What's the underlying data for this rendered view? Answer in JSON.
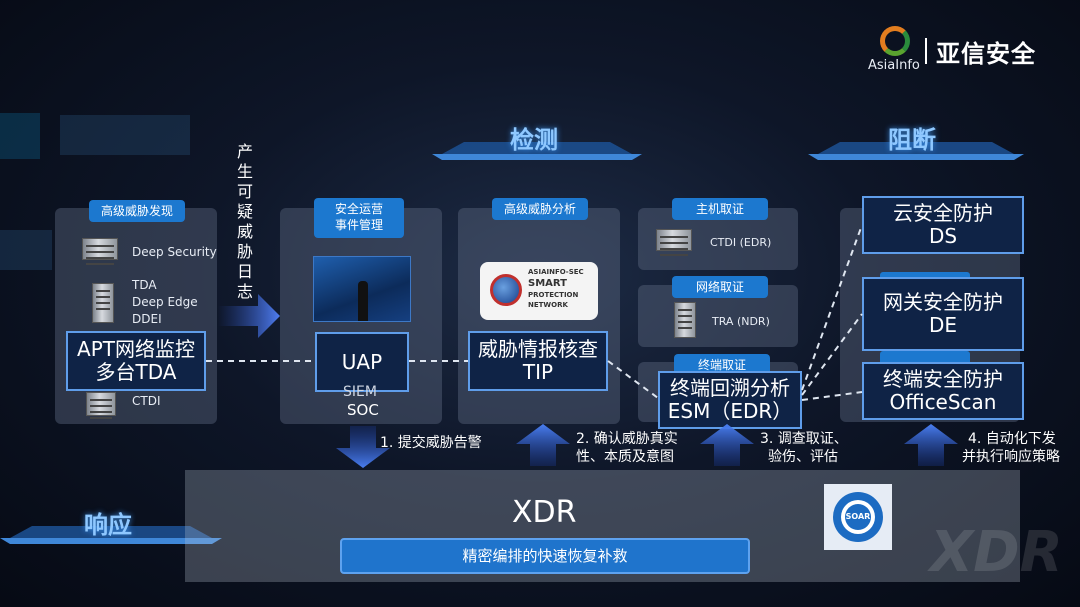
{
  "brand": {
    "en": "AsiaInfo",
    "cn": "亚信安全"
  },
  "headers": {
    "detect": "检测",
    "block": "阻断",
    "respond": "响应"
  },
  "vertical_note": "产生可疑威胁日志",
  "col1": {
    "pill": "高级威胁发现",
    "products": [
      "Deep Security",
      "TDA",
      "Deep Edge",
      "DDEI",
      "CTDI"
    ],
    "box": [
      "APT网络监控",
      "多台TDA"
    ]
  },
  "col2": {
    "pill": [
      "安全运营",
      "事件管理"
    ],
    "box": "UAP",
    "sub": [
      "SIEM",
      "SOC"
    ]
  },
  "col3": {
    "pill": "高级威胁分析",
    "badge": [
      "ASIAINFO-SEC",
      "SMART",
      "PROTECTION",
      "NETWORK"
    ],
    "box": [
      "威胁情报核查",
      "TIP"
    ]
  },
  "col4": {
    "host_pill": "主机取证",
    "host_product": "CTDI (EDR)",
    "net_pill": "网络取证",
    "net_product": "TRA (NDR)",
    "end_pill": "终端取证",
    "box": [
      "终端回溯分析",
      "ESM（EDR）"
    ]
  },
  "col5": {
    "box1": [
      "云安全防护",
      "DS"
    ],
    "box2": [
      "网关安全防护",
      "DE"
    ],
    "box3": [
      "终端安全防护",
      "OfficeScan"
    ]
  },
  "steps": {
    "s1": "1. 提交威胁告警",
    "s2": [
      "2. 确认威胁真实",
      "性、本质及意图"
    ],
    "s3": [
      "3. 调查取证、",
      "验伤、评估"
    ],
    "s4": [
      "4. 自动化下发",
      "并执行响应策略"
    ]
  },
  "xdr": {
    "title": "XDR",
    "bar": "精密编排的快速恢复补救",
    "soar": "SOAR",
    "watermark": "XDR"
  }
}
